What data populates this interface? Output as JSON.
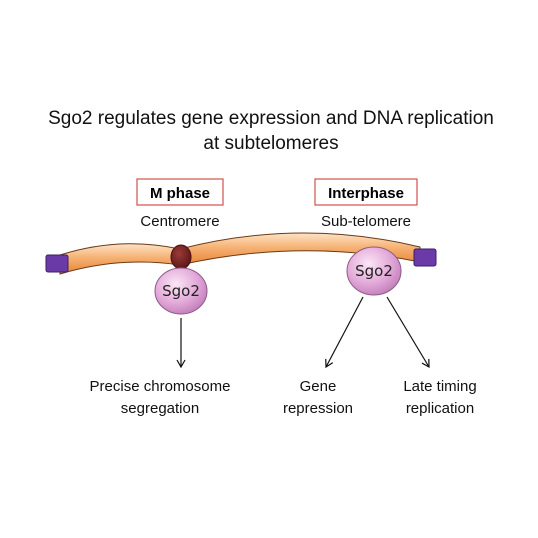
{
  "title": {
    "line1": "Sgo2 regulates gene expression and DNA replication",
    "line2": "at subtelomeres"
  },
  "phases": {
    "m_phase": {
      "label": "M phase",
      "location": "Centromere"
    },
    "interphase": {
      "label": "Interphase",
      "location": "Sub-telomere"
    }
  },
  "proteins": {
    "centromere_protein": "Sgo2",
    "subtelomere_protein": "Sgo2"
  },
  "outcomes": {
    "segregation": {
      "line1": "Precise chromosome",
      "line2": "segregation"
    },
    "repression": {
      "line1": "Gene",
      "line2": "repression"
    },
    "replication": {
      "line1": "Late timing",
      "line2": "replication"
    }
  },
  "colors": {
    "chromosome_fill": "#f29a4e",
    "chromosome_highlight": "#fde3c8",
    "chromosome_stroke": "#6b3a17",
    "telomere_cap": "#6a3aa6",
    "centromere_knob": "#6e1f1f",
    "sgo2_fill": "#e2a8d8",
    "sgo2_stroke": "#8e5a8a",
    "phase_box_border": "#d0504b"
  }
}
